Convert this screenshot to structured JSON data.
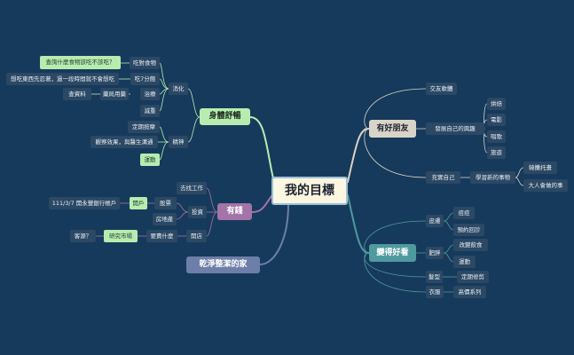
{
  "colors": {
    "background": "#163a5b",
    "branch_green": "#b7ecb0",
    "branch_purple": "#a274a8",
    "branch_slate": "#6d7fa8",
    "branch_grey": "#d9d4c8",
    "branch_teal": "#4f9a9e"
  },
  "root": {
    "label": "我的目標"
  },
  "body": {
    "label": "身體舒暢",
    "digestion": {
      "label": "消化",
      "eat_right": {
        "label": "吃對食物",
        "note": "查詢什麼食物該吃不該吃？"
      },
      "eat_70": {
        "label": "吃7分飽",
        "note": "想吃東西先忍著，過一段時間就不會想吃"
      },
      "cure": {
        "label": "治療",
        "drug": "藥局用藥",
        "lookup": "查資料"
      },
      "lose_weight": {
        "label": "減重"
      }
    },
    "spirit": {
      "label": "精神",
      "regular": {
        "label": "定期按摩"
      },
      "observe": {
        "label": "觀察效果，與醫生溝通"
      },
      "exercise": {
        "label": "運動"
      }
    }
  },
  "money": {
    "label": "有錢",
    "find_job": {
      "label": "去找工作"
    },
    "invest": {
      "label": "投資",
      "stock": {
        "label": "股票",
        "open": "開戶",
        "date": "111/3/7 開永豐銀行帳戶"
      },
      "real_estate": {
        "label": "房地產"
      }
    },
    "shop": {
      "label": "開店",
      "what": "要賣什麼",
      "research": "研究市場",
      "q": "客源？"
    }
  },
  "home": {
    "label": "乾淨整潔的家"
  },
  "friends": {
    "label": "有好朋友",
    "socialize": {
      "label": "交友軟體"
    },
    "interests": {
      "label": "發展自己的興趣",
      "items": [
        "烘焙",
        "電影",
        "唱歌",
        "旅遊"
      ]
    },
    "enrich": {
      "label": "充實自己",
      "learn": {
        "label": "學習新的事物",
        "items": [
          "韓攤托畫",
          "大人會做的事"
        ]
      }
    }
  },
  "looks": {
    "label": "變得好看",
    "skin": {
      "label": "皮膚",
      "items": [
        "痘痘",
        "預約回診"
      ]
    },
    "fat": {
      "label": "肥胖",
      "items": [
        "改變飲食",
        "運動"
      ]
    },
    "hair": {
      "label": "髮型",
      "items": [
        "定期修剪"
      ]
    },
    "clothes": {
      "label": "衣服",
      "items": [
        "高價系列"
      ]
    }
  }
}
